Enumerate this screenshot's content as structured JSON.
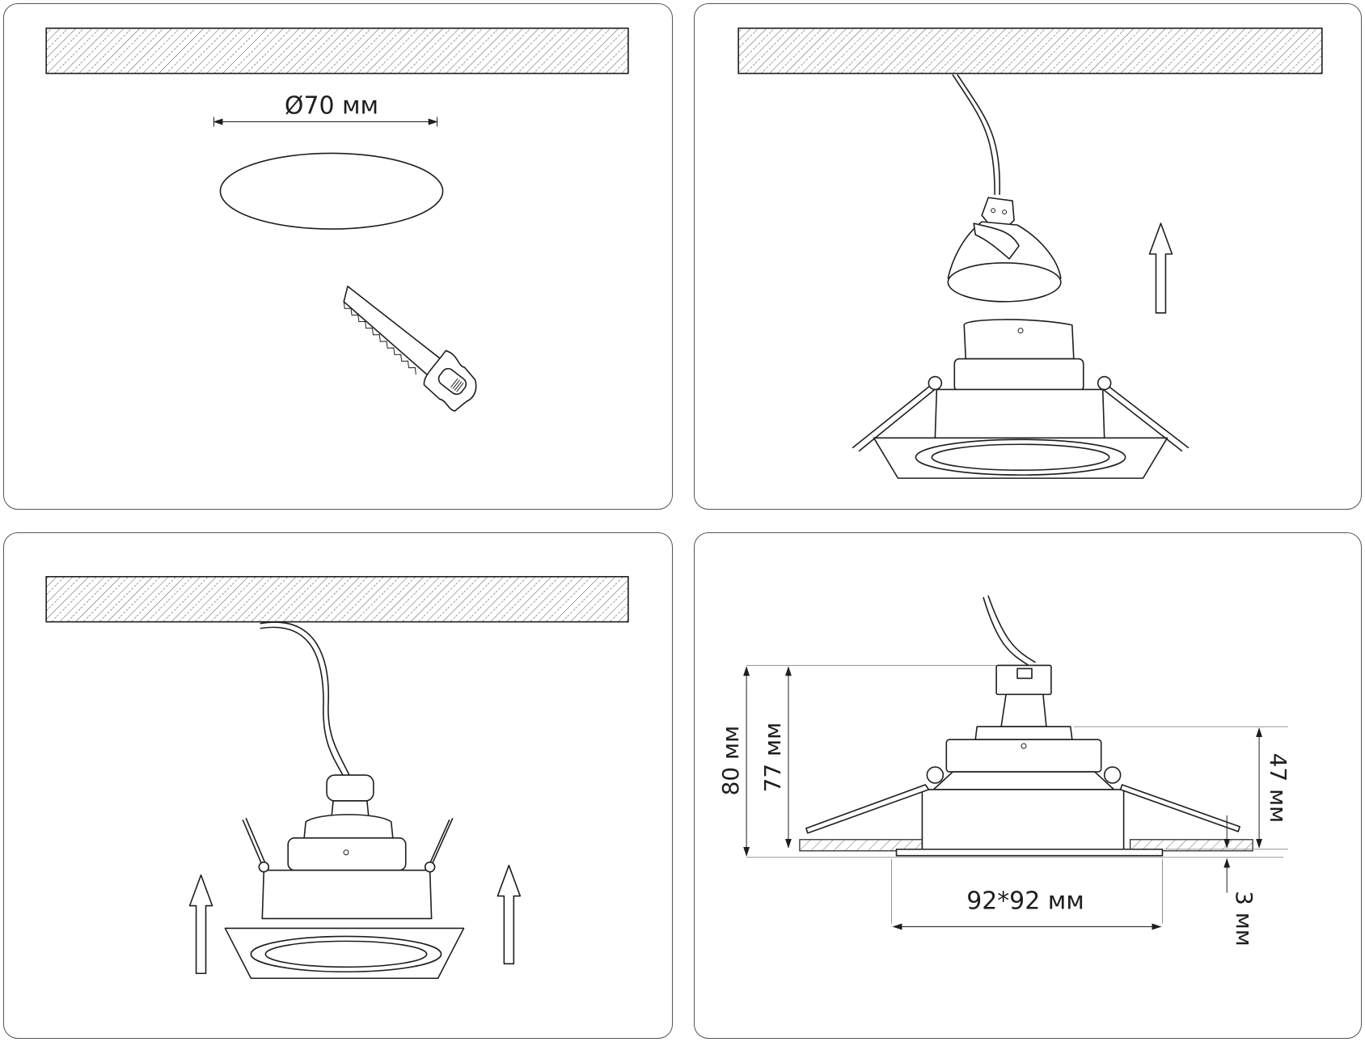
{
  "steps": [
    {
      "hole_diameter_label": "Ø70 мм",
      "tool_icon": "saw-icon"
    },
    {
      "lamp_icon": "gu10-lamp-icon",
      "direction_icon": "arrow-up-icon"
    },
    {
      "direction_icon": "arrow-up-icon"
    },
    {
      "height_total_label": "80 мм",
      "height_body_label": "77 мм",
      "height_upper_label": "47 мм",
      "frame_size_label": "92*92 мм",
      "frame_thickness_label": "3 мм"
    }
  ],
  "colors": {
    "line": "#1e1e1e",
    "panel_border": "#555555",
    "background": "#ffffff"
  }
}
